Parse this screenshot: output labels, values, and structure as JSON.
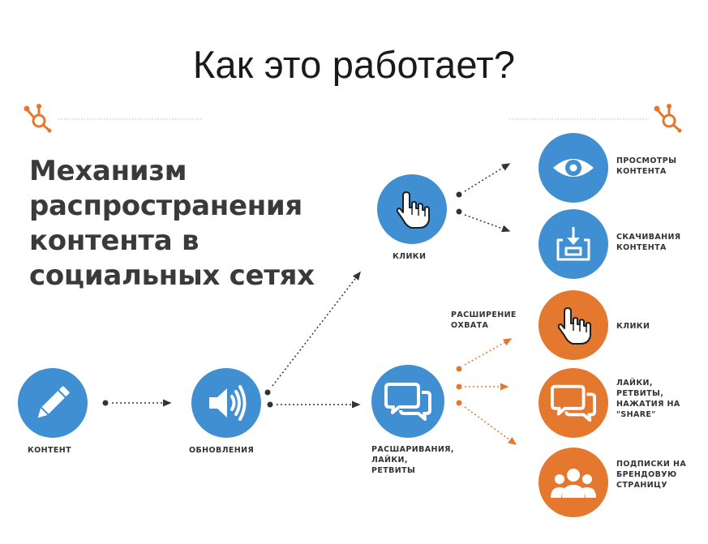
{
  "page": {
    "title": "Как это работает?",
    "mechanism_title": [
      "Механизм",
      "распространения",
      "контента в",
      "социальных сетях"
    ]
  },
  "nodes": {
    "content": {
      "label": "КОНТЕНТ",
      "icon": "pencil-icon",
      "color": "#3f8fd2"
    },
    "updates": {
      "label": "ОБНОВЛЕНИЯ",
      "icon": "speaker-icon",
      "color": "#3f8fd2"
    },
    "clicks": {
      "label": "КЛИКИ",
      "icon": "hand-pointer-icon",
      "color": "#3f8fd2"
    },
    "shares": {
      "label": [
        "РАСШАРИВАНИЯ,",
        "ЛАЙКИ,",
        "РЕТВИТЫ"
      ],
      "icon": "chat-bubbles-icon",
      "color": "#3f8fd2"
    },
    "reach_label": [
      "РАСШИРЕНИЕ",
      "ОХВАТА"
    ]
  },
  "outcomes": [
    {
      "label": [
        "ПРОСМОТРЫ",
        "КОНТЕНТА"
      ],
      "icon": "eye-icon",
      "color": "#3f8fd2"
    },
    {
      "label": [
        "СКАЧИВАНИЯ",
        "КОНТЕНТА"
      ],
      "icon": "download-icon",
      "color": "#3f8fd2"
    },
    {
      "label": [
        "КЛИКИ"
      ],
      "icon": "hand-pointer-icon",
      "color": "#e4782f"
    },
    {
      "label": [
        "ЛАЙКИ,",
        "РЕТВИТЫ,",
        "НАЖАТИЯ НА",
        "\"SHARE\""
      ],
      "icon": "chat-bubbles-icon",
      "color": "#e4782f"
    },
    {
      "label": [
        "ПОДПИСКИ НА",
        "БРЕНДОВУЮ",
        "СТРАНИЦУ"
      ],
      "icon": "people-icon",
      "color": "#e4782f"
    }
  ],
  "colors": {
    "blue": "#3f8fd2",
    "orange": "#e4782f",
    "logo": "#e4782f",
    "text": "#333333"
  }
}
